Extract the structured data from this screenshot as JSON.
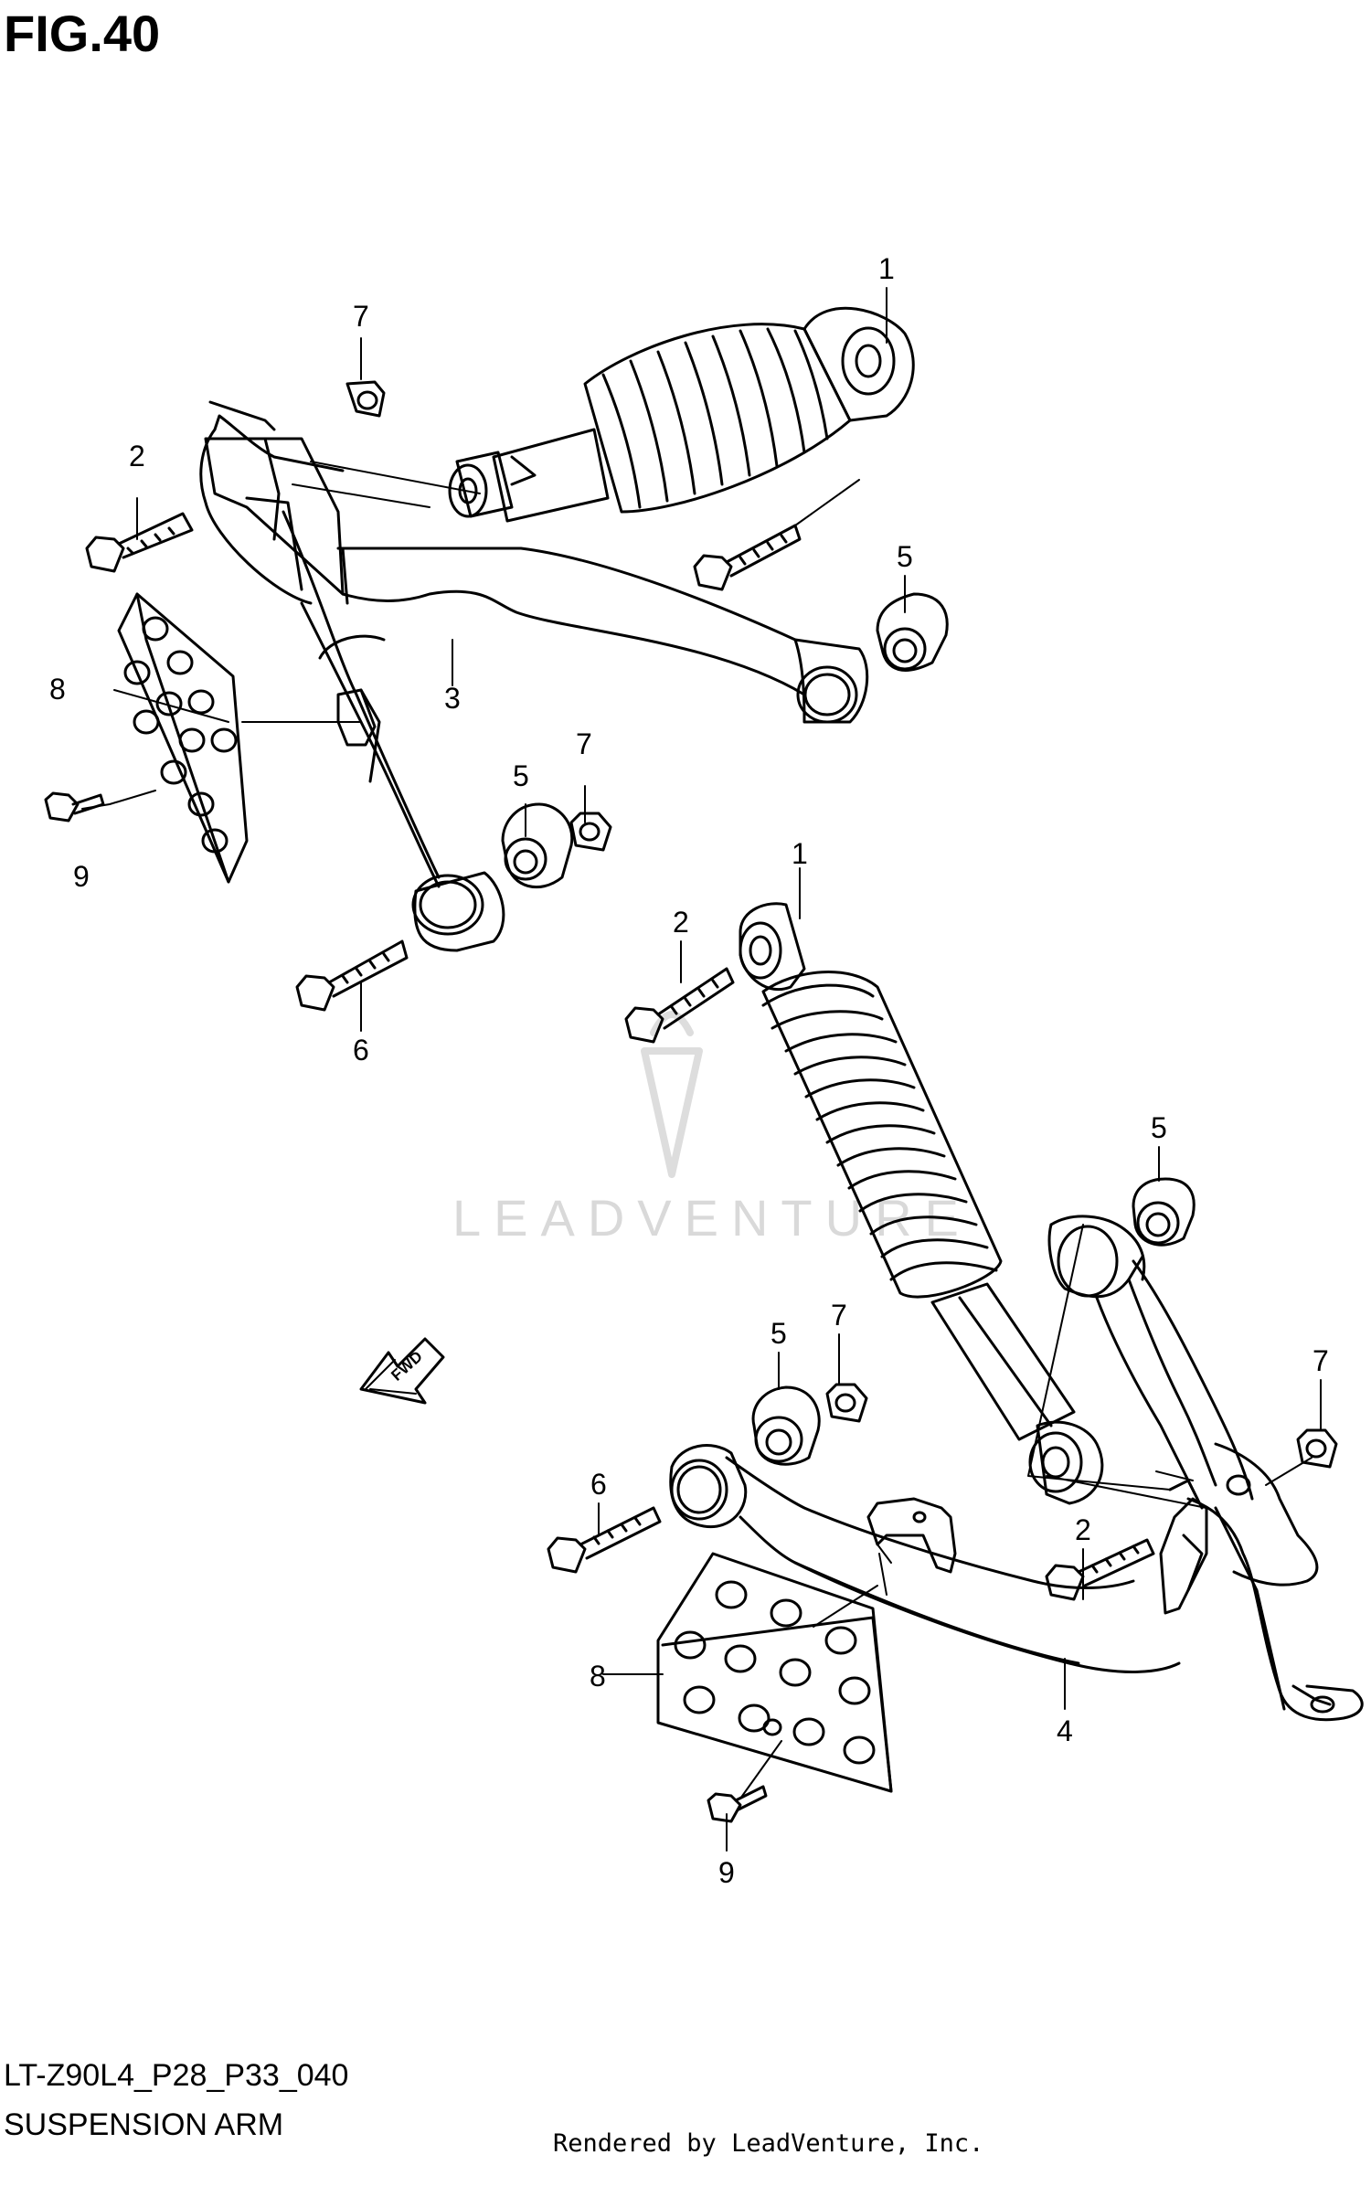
{
  "figure": {
    "title": "FIG.40"
  },
  "footer": {
    "code": "LT-Z90L4_P28_P33_040",
    "name": "SUSPENSION ARM",
    "credit": "Rendered by LeadVenture, Inc."
  },
  "watermark": {
    "text": "LEADVENTURE"
  },
  "direction_marker": {
    "label": "FWD"
  },
  "callouts": {
    "c1a": "1",
    "c1b": "1",
    "c2a": "2",
    "c2b": "2",
    "c2c": "2",
    "c3": "3",
    "c4": "4",
    "c5a": "5",
    "c5b": "5",
    "c5c": "5",
    "c5d": "5",
    "c6a": "6",
    "c6b": "6",
    "c7a": "7",
    "c7b": "7",
    "c7c": "7",
    "c7d": "7",
    "c8a": "8",
    "c8b": "8",
    "c9a": "9",
    "c9b": "9"
  },
  "colors": {
    "line": "#000000",
    "watermark": "#d9d9d9"
  }
}
